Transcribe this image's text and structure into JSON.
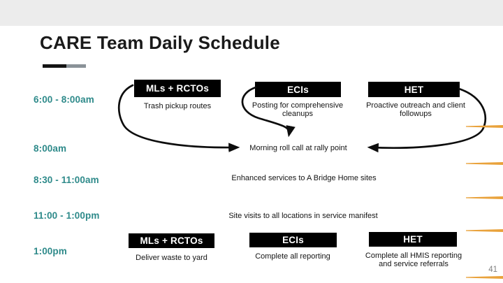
{
  "slide": {
    "title": "CARE Team Daily Schedule",
    "page_number": "41"
  },
  "schedule": {
    "time_slots": [
      {
        "label": "6:00 - 8:00am"
      },
      {
        "label": "8:00am"
      },
      {
        "label": "8:30 - 11:00am"
      },
      {
        "label": "11:00 - 1:00pm"
      },
      {
        "label": "1:00pm"
      }
    ],
    "morning_columns": [
      {
        "header": "MLs + RCTOs",
        "task": "Trash pickup routes"
      },
      {
        "header": "ECIs",
        "task": "Posting for comprehensive cleanups"
      },
      {
        "header": "HET",
        "task": "Proactive outreach and client followups"
      }
    ],
    "shared_rows": [
      {
        "text": "Morning roll call at rally point"
      },
      {
        "text": "Enhanced services to A Bridge Home sites"
      },
      {
        "text": "Site visits to all locations in service manifest"
      }
    ],
    "afternoon_columns": [
      {
        "header": "MLs + RCTOs",
        "task": "Deliver waste to yard"
      },
      {
        "header": "ECIs",
        "task": "Complete all reporting"
      },
      {
        "header": "HET",
        "task": "Complete all HMIS reporting and service referrals"
      }
    ]
  },
  "graphics": {
    "arrows": [
      {
        "name": "arrow-mls-to-rollcall",
        "from": "MLs + RCTOs",
        "to": "Morning roll call at rally point"
      },
      {
        "name": "arrow-ecis-to-rollcall",
        "from": "ECIs",
        "to": "Morning roll call at rally point"
      },
      {
        "name": "arrow-het-to-rollcall",
        "from": "HET",
        "to": "Morning roll call at rally point"
      }
    ],
    "right_edge_dash_count": 5
  },
  "colors": {
    "top_strip": "#ECECEC",
    "title_text": "#1A1A1A",
    "accent_bar_dark": "#141414",
    "accent_bar_gray": "#8A9298",
    "time_label_teal": "#2E8A8A",
    "header_bg": "#000000",
    "header_text": "#FFFFFF",
    "body_text": "#141414",
    "dash_orange": "#E9A23B",
    "page_number_gray": "#7F7F7F"
  }
}
